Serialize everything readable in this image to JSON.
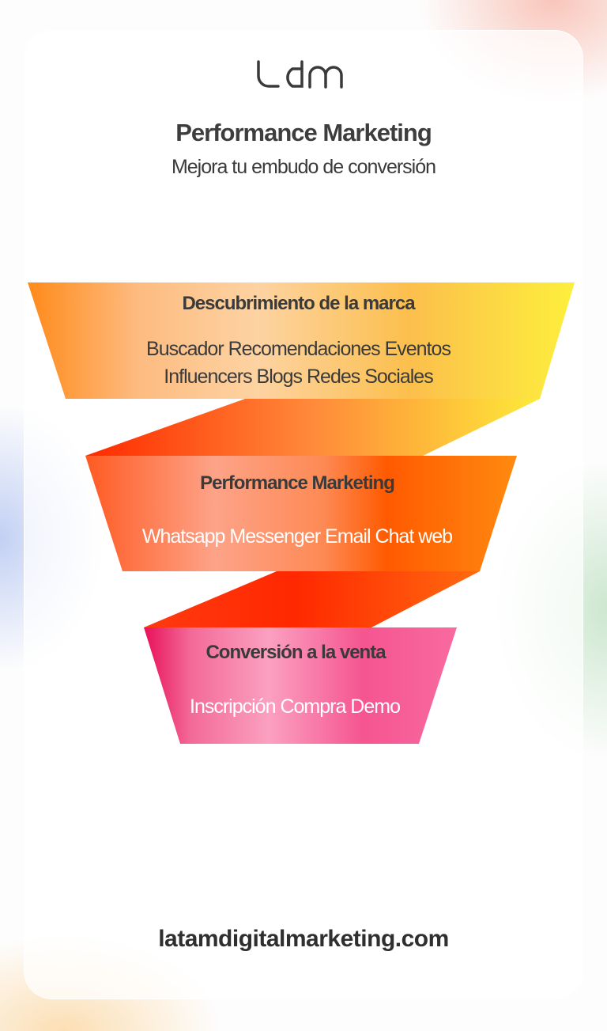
{
  "logo": {
    "text": "ldm"
  },
  "header": {
    "title": "Performance Marketing",
    "subtitle": "Mejora tu embudo de conversión"
  },
  "funnel": {
    "stages": [
      {
        "title": "Descubrimiento de la marca",
        "items_line1": "Buscador Recomendaciones Eventos",
        "items_line2": "Influencers Blogs Redes Sociales"
      },
      {
        "title": "Performance Marketing",
        "items_line1": "Whatsapp Messenger Email Chat web"
      },
      {
        "title": "Conversión a la venta",
        "items_line1": "Inscripción Compra Demo"
      }
    ]
  },
  "footer": {
    "url": "latamdigitalmarketing.com"
  },
  "colors": {
    "stage1": "#fcb24f",
    "stage2": "#ff6a1f",
    "stage3": "#f5508a",
    "text": "#3a3a3a"
  }
}
